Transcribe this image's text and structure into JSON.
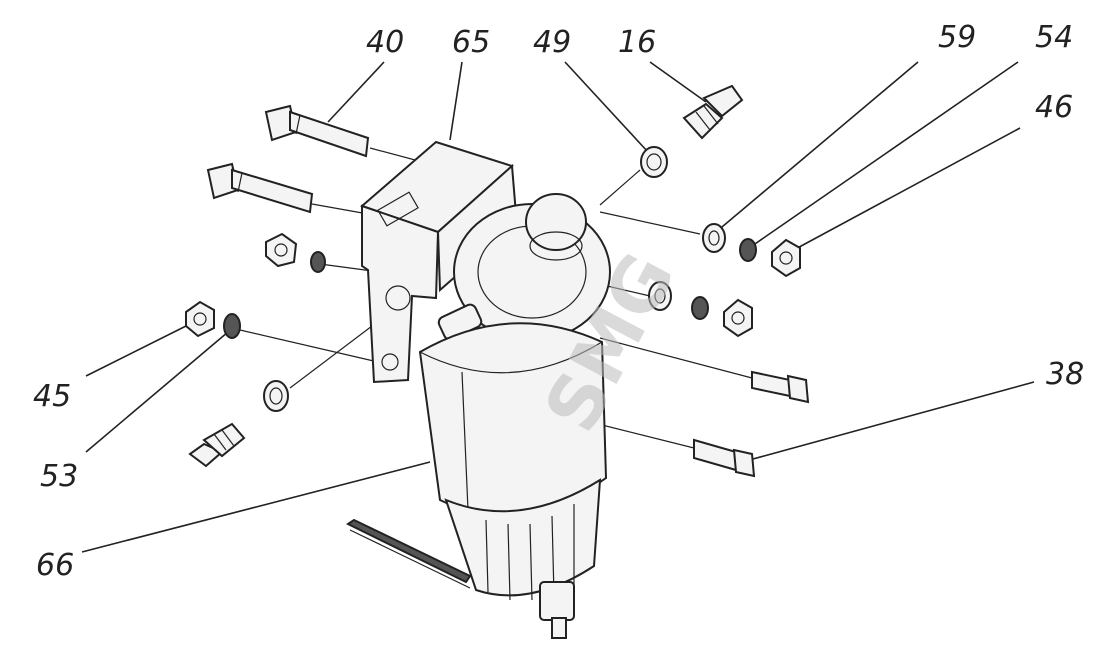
{
  "diagram": {
    "callouts": [
      {
        "id": "40",
        "label": "40"
      },
      {
        "id": "65",
        "label": "65"
      },
      {
        "id": "49",
        "label": "49"
      },
      {
        "id": "16",
        "label": "16"
      },
      {
        "id": "59",
        "label": "59"
      },
      {
        "id": "54",
        "label": "54"
      },
      {
        "id": "46",
        "label": "46"
      },
      {
        "id": "45",
        "label": "45"
      },
      {
        "id": "53",
        "label": "53"
      },
      {
        "id": "38",
        "label": "38"
      },
      {
        "id": "66",
        "label": "66"
      }
    ],
    "watermark": "SMG"
  }
}
